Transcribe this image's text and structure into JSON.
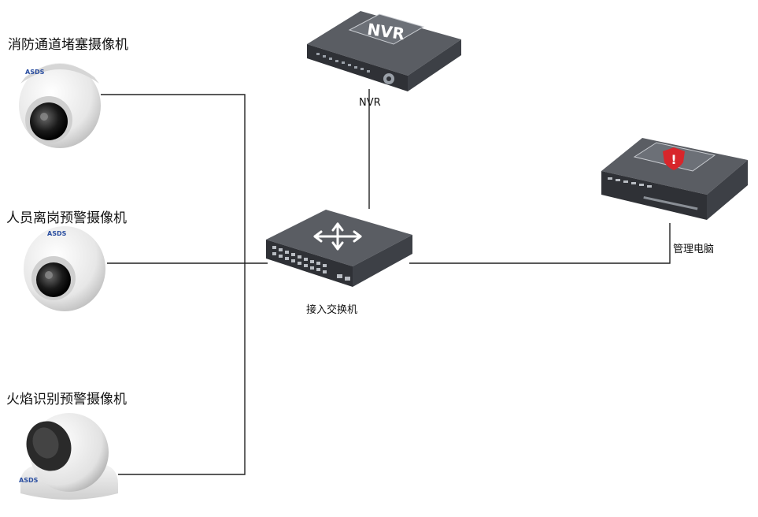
{
  "cameras": [
    {
      "label": "消防通道堵塞摄像机",
      "brand": "ASDS"
    },
    {
      "label": "人员离岗预警摄像机",
      "brand": "ASDS"
    },
    {
      "label": "火焰识别预警摄像机",
      "brand": "ASDS"
    }
  ],
  "nvr": {
    "badge": "NVR",
    "label": "NVR"
  },
  "switch": {
    "label": "接入交换机"
  },
  "pc": {
    "label": "管理电脑"
  },
  "colors": {
    "line": "#222222",
    "device_top": "#5a5d63",
    "device_front": "#2f3136",
    "alert_red": "#d8262b"
  }
}
